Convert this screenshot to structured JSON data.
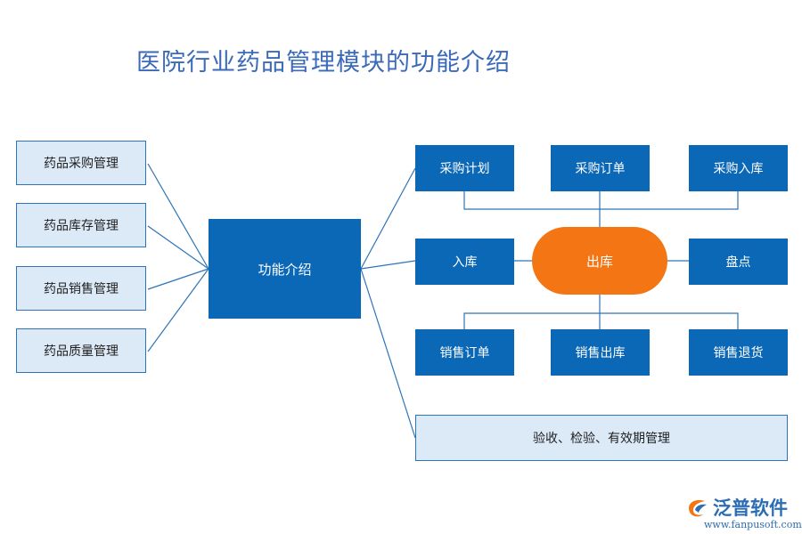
{
  "title": "医院行业药品管理模块的功能介绍",
  "center": "功能介绍",
  "left_boxes": [
    "药品采购管理",
    "药品库存管理",
    "药品销售管理",
    "药品质量管理"
  ],
  "top_row": [
    "采购计划",
    "采购订单",
    "采购入库"
  ],
  "middle_row": {
    "left": "入库",
    "hub": "出库",
    "right": "盘点"
  },
  "bottom_row": [
    "销售订单",
    "销售出库",
    "销售退货"
  ],
  "wide_box": "验收、检验、有效期管理",
  "logo": {
    "name": "泛普软件",
    "url": "www.fanpusoft.com",
    "brand_color": "#2b6cb3"
  },
  "colors": {
    "dark_box": "#0b68b7",
    "light_box": "#dce9f7",
    "hub": "#f47514",
    "line": "#2e73b8"
  }
}
